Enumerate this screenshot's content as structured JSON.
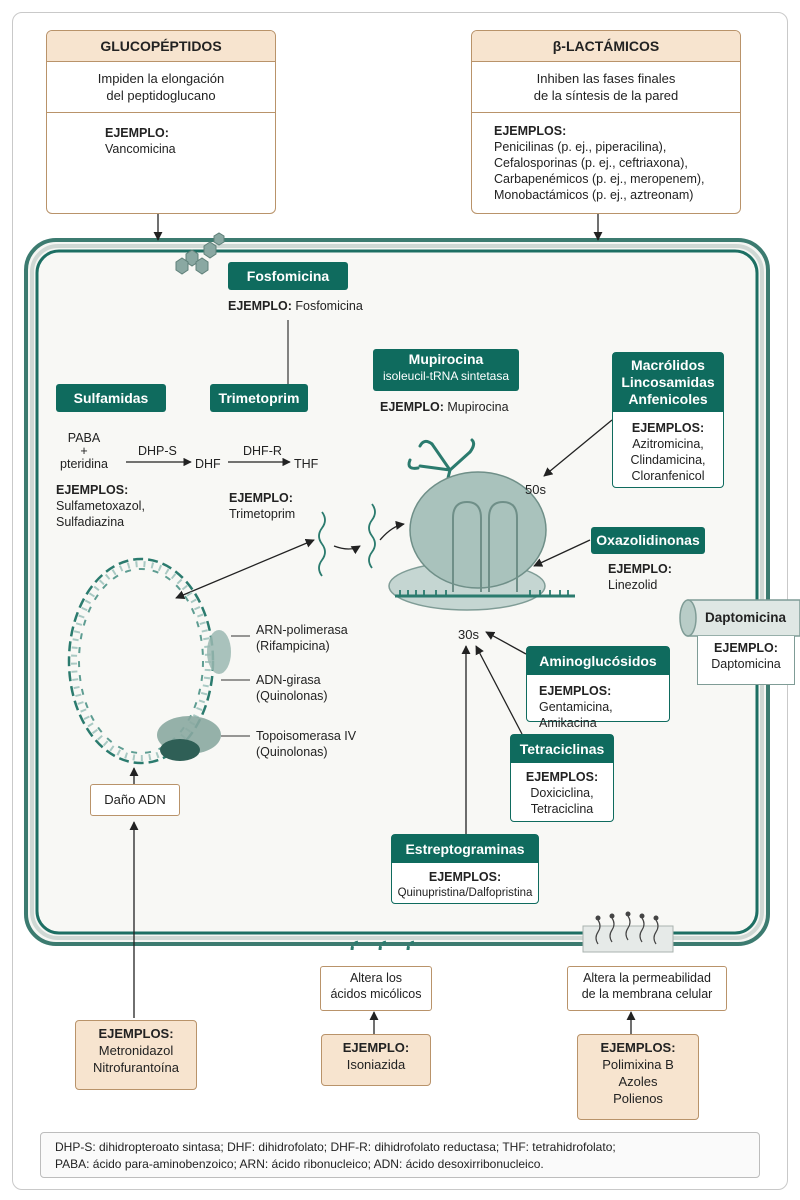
{
  "glucopeptidos": {
    "title": "GLUCOPÉPTIDOS",
    "desc_line1": "Impiden la elongación",
    "desc_line2": "del peptidoglucano",
    "example_label": "EJEMPLO:",
    "example": "Vancomicina"
  },
  "betalactamicos": {
    "title": "β-LACTÁMICOS",
    "desc_line1": "Inhiben las fases finales",
    "desc_line2": "de la síntesis de la pared",
    "examples_label": "EJEMPLOS:",
    "examples": [
      "Penicilinas (p. ej., piperacilina),",
      "Cefalosporinas (p. ej., ceftriaxona),",
      "Carbapenémicos (p. ej., meropenem),",
      "Monobactámicos (p. ej., aztreonam)"
    ]
  },
  "fosfomicina": {
    "label": "Fosfomicina",
    "example_label": "EJEMPLO:",
    "example": "Fosfomicina"
  },
  "sulfamidas": {
    "label": "Sulfamidas",
    "paba": "PABA",
    "plus": "+",
    "pteridina": "pteridina",
    "dhps": "DHP-S",
    "dhf": "DHF",
    "dhfr": "DHF-R",
    "thf": "THF",
    "examples_label": "EJEMPLOS:",
    "examples": [
      "Sulfametoxazol,",
      "Sulfadiazina"
    ]
  },
  "trimetoprim": {
    "label": "Trimetoprim",
    "example_label": "EJEMPLO:",
    "example": "Trimetoprim"
  },
  "mupirocina": {
    "label": "Mupirocina",
    "sublabel": "isoleucil-tRNA sintetasa",
    "example_label": "EJEMPLO:",
    "example": "Mupirocina"
  },
  "macrolidos": {
    "label_lines": [
      "Macrólidos",
      "Lincosamidas",
      "Anfenicoles"
    ],
    "examples_label": "EJEMPLOS:",
    "examples": [
      "Azitromicina,",
      "Clindamicina,",
      "Cloranfenicol"
    ]
  },
  "ribosome": {
    "label_50s": "50s",
    "label_30s": "30s"
  },
  "oxazolidinonas": {
    "label": "Oxazolidinonas",
    "example_label": "EJEMPLO:",
    "example": "Linezolid"
  },
  "daptomicina": {
    "label": "Daptomicina",
    "example_label": "EJEMPLO:",
    "example": "Daptomicina"
  },
  "aminoglucosidos": {
    "label": "Aminoglucósidos",
    "examples_label": "EJEMPLOS:",
    "example": "Gentamicina, Amikacina"
  },
  "tetraciclinas": {
    "label": "Tetraciclinas",
    "examples_label": "EJEMPLOS:",
    "examples": [
      "Doxiciclina,",
      "Tetraciclina"
    ]
  },
  "estreptograminas": {
    "label": "Estreptograminas",
    "examples_label": "EJEMPLOS:",
    "example": "Quinupristina/Dalfopristina"
  },
  "dna": {
    "rna_pol_1": "ARN-polimerasa",
    "rna_pol_2": "(Rifampicina)",
    "gyrase_1": "ADN-girasa",
    "gyrase_2": "(Quinolonas)",
    "topo_1": "Topoisomerasa IV",
    "topo_2": "(Quinolonas)",
    "damage": "Daño ADN"
  },
  "nitro": {
    "examples_label": "EJEMPLOS:",
    "examples": [
      "Metronidazol",
      "Nitrofurantoína"
    ]
  },
  "micolicos": {
    "line1": "Altera los",
    "line2": "ácidos micólicos",
    "example_label": "EJEMPLO:",
    "example": "Isoniazida"
  },
  "membrana": {
    "line1": "Altera la permeabilidad",
    "line2": "de la membrana celular",
    "examples_label": "EJEMPLOS:",
    "examples": [
      "Polimixina B",
      "Azoles",
      "Polienos"
    ]
  },
  "legend": {
    "line1": "DHP-S: dihidropteroato sintasa;  DHF: dihidrofolato;  DHF-R: dihidrofolato reductasa;  THF: tetrahidrofolato;",
    "line2": "PABA: ácido para-aminobenzoico;  ARN: ácido ribonucleico;  ADN: ácido desoxirribonucleico."
  },
  "colors": {
    "teal": "#0f6b5e",
    "beige": "#f7e4cf",
    "beige_border": "#b9936a",
    "cell_bg": "#f7f7f3"
  }
}
